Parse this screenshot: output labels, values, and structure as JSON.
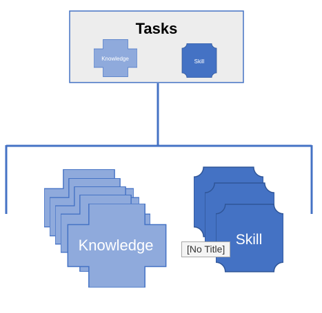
{
  "diagram": {
    "parent": {
      "title": "Tasks",
      "items": [
        {
          "label": "Knowledge",
          "shape": "cross-plus"
        },
        {
          "label": "Skill",
          "shape": "rounded-notch-square"
        }
      ]
    },
    "children": [
      {
        "label": "Knowledge",
        "shape": "cross-plus",
        "stack_depth": 5,
        "hidden_label_fragment": "K"
      },
      {
        "label": "Skill",
        "shape": "rounded-notch-square",
        "stack_depth": 3
      }
    ],
    "tooltip": "[No Title]"
  },
  "colors": {
    "connector": "#4472c4",
    "parent_fill": "#ededed",
    "parent_border": "#4472c4",
    "knowledge_fill": "#8faadc",
    "knowledge_stroke": "#4472c4",
    "skill_fill": "#4472c4",
    "skill_stroke": "#2f5597",
    "text_dark": "#000000",
    "text_light": "#ffffff"
  }
}
